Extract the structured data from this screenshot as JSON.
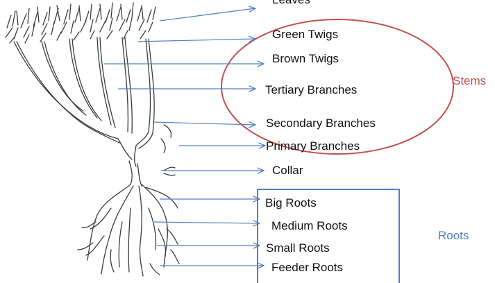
{
  "labels": {
    "leaves": "Leaves",
    "green_twigs": "Green Twigs",
    "brown_twigs": "Brown Twigs",
    "tertiary_branches": "Tertiary Branches",
    "secondary_branches": "Secondary Branches",
    "primary_branches": "Primary Branches",
    "collar": "Collar",
    "big_roots": "Big Roots",
    "medium_roots": "Medium Roots",
    "small_roots": "Small Roots",
    "feeder_roots": "Feeder Roots"
  },
  "groups": {
    "stems": "Stems",
    "roots": "Roots"
  },
  "colors": {
    "arrow": "#4f81bd",
    "stems_group": "#c0504d",
    "roots_group": "#4f81bd",
    "plant_line": "#3a3a3a"
  }
}
